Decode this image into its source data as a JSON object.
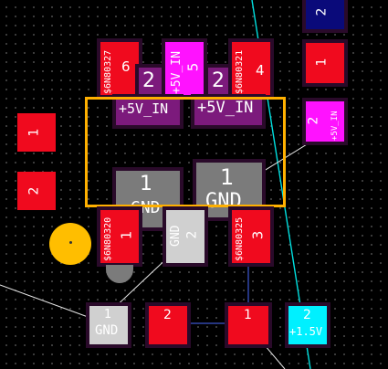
{
  "pads": {
    "r6_top_num": "6",
    "r6_top_ref": "$6N80327",
    "r5_num": "5",
    "r5_net": "+5V_IN",
    "r4_num": "4",
    "r4_ref": "$6N80321",
    "r2a_num": "2",
    "r2b_num": "2",
    "purp_left_net": "+5V_IN",
    "purp_right_net": "+5V_IN",
    "gnd_left_num": "1",
    "gnd_left_net": "GND",
    "gnd_right_num": "1",
    "gnd_right_net": "GND",
    "left1_num": "1",
    "left2_num": "2",
    "r1_num": "1",
    "r1_ref": "$6N80320",
    "mid_gnd_num": "2",
    "mid_gnd_net": "GND",
    "r3_num": "3",
    "r3_ref": "$6N80325",
    "right1_num": "1",
    "right2_num": "2",
    "right2_net": "+5V_IN",
    "navy_num": "2",
    "bot_gnd_num": "1",
    "bot_gnd_net": "GND",
    "bot_red2_num": "2",
    "bot_red1_num": "1",
    "cyan_num": "2",
    "cyan_net": "+1.5V"
  },
  "colors": {
    "board": "#000000",
    "pad_red": "#f00a1e",
    "pad_magenta": "#ff12ff",
    "pad_purple": "#7c1a7c",
    "pad_grey": "#7b7b7b",
    "selection": "#ffb000",
    "trace_cyan": "#00e0e0",
    "trace_blue": "#4a6aff",
    "via": "#ffbe00"
  }
}
